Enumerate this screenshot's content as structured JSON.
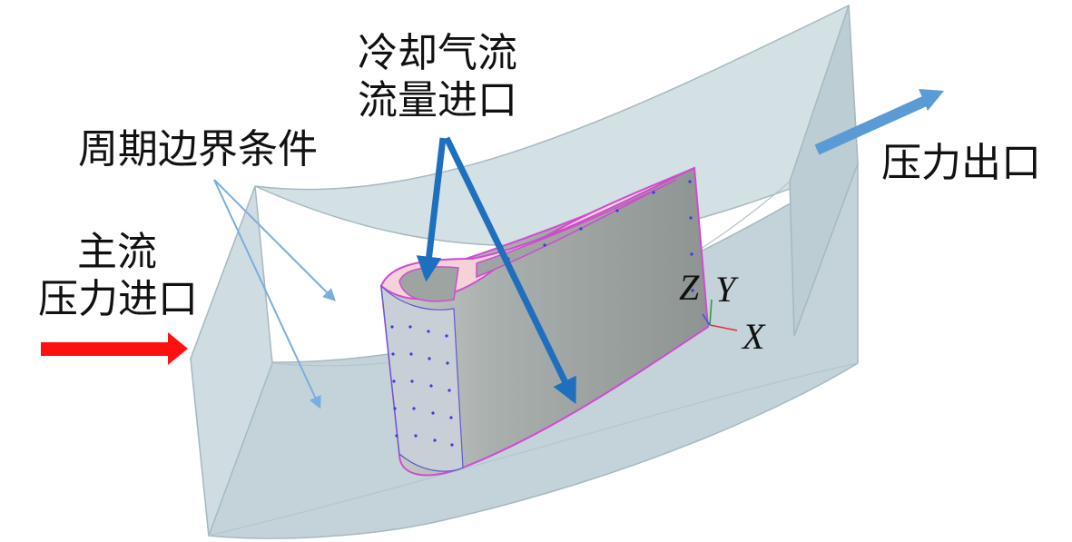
{
  "labels": {
    "coolant_inlet": [
      "冷却气流",
      "流量进口"
    ],
    "periodic_boundary": "周期边界条件",
    "main_inlet": [
      "主流",
      "压力进口"
    ],
    "pressure_outlet": "压力出口"
  },
  "axes": {
    "z": "Z",
    "y": "Y",
    "x": "X"
  },
  "colors": {
    "domain_fill": "#c9d8dd",
    "domain_edge": "#9fb3bb",
    "blade_fill": "#a8aeac",
    "blade_edge": "#d04bd0",
    "blade_top": "#f4d2d8",
    "inlet_arrow": "#ff1010",
    "outlet_arrow": "#5b9bd5",
    "coolant_arrow": "#1f6fbf",
    "periodic_arrow": "#7aaee0",
    "hole_dots": "#3a3adf"
  }
}
